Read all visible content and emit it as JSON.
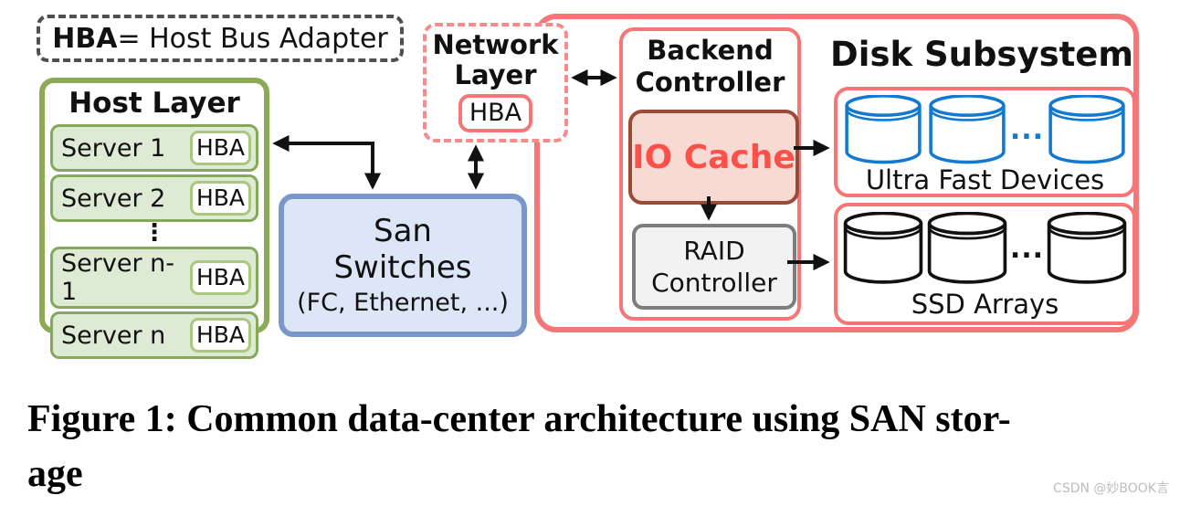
{
  "legend": {
    "term": "HBA",
    "definition": " = Host Bus Adapter"
  },
  "host_layer": {
    "title": "Host Layer",
    "ellipsis": "⋮",
    "servers": [
      {
        "name": "Server 1",
        "hba": "HBA"
      },
      {
        "name": "Server 2",
        "hba": "HBA"
      },
      {
        "name": "Server n-1",
        "hba": "HBA"
      },
      {
        "name": "Server n",
        "hba": "HBA"
      }
    ]
  },
  "san_switches": {
    "name": "San\nSwitches",
    "protocols": "(FC, Ethernet, ...)"
  },
  "network_layer": {
    "title": "Network\nLayer",
    "hba": "HBA"
  },
  "backend_controller": {
    "title": "Backend\nController",
    "io_cache": "IO Cache",
    "raid": "RAID\nController"
  },
  "disk_subsystem": {
    "title": "Disk Subsystem",
    "ultra_fast": {
      "label": "Ultra Fast Devices",
      "ellipsis": "..."
    },
    "ssd": {
      "label": "SSD Arrays",
      "ellipsis": "..."
    }
  },
  "caption": "Figure 1: Common data-center architecture using SAN stor-\nage",
  "watermark": "CSDN @妙BOOK言",
  "colors": {
    "salmon_border": "#f47676",
    "salmon_dashed": "#f58b8b",
    "green_border": "#8caa55",
    "green_row_fill": "#ddebd5",
    "green_pill_border": "#a9c77e",
    "blue_box_fill": "#dce6f6",
    "blue_box_border": "#7b97c9",
    "io_cache_fill": "#f8dad5",
    "io_cache_border": "#9c4a38",
    "io_cache_text": "#fc5048",
    "raid_fill": "#f2f2f2",
    "raid_border": "#7d7d7d",
    "disk_blue": "#1179d0",
    "disk_black": "#111111",
    "legend_dash": "#4f4f4f",
    "arrow": "#111111",
    "watermark_gray": "#bdbdbd"
  }
}
